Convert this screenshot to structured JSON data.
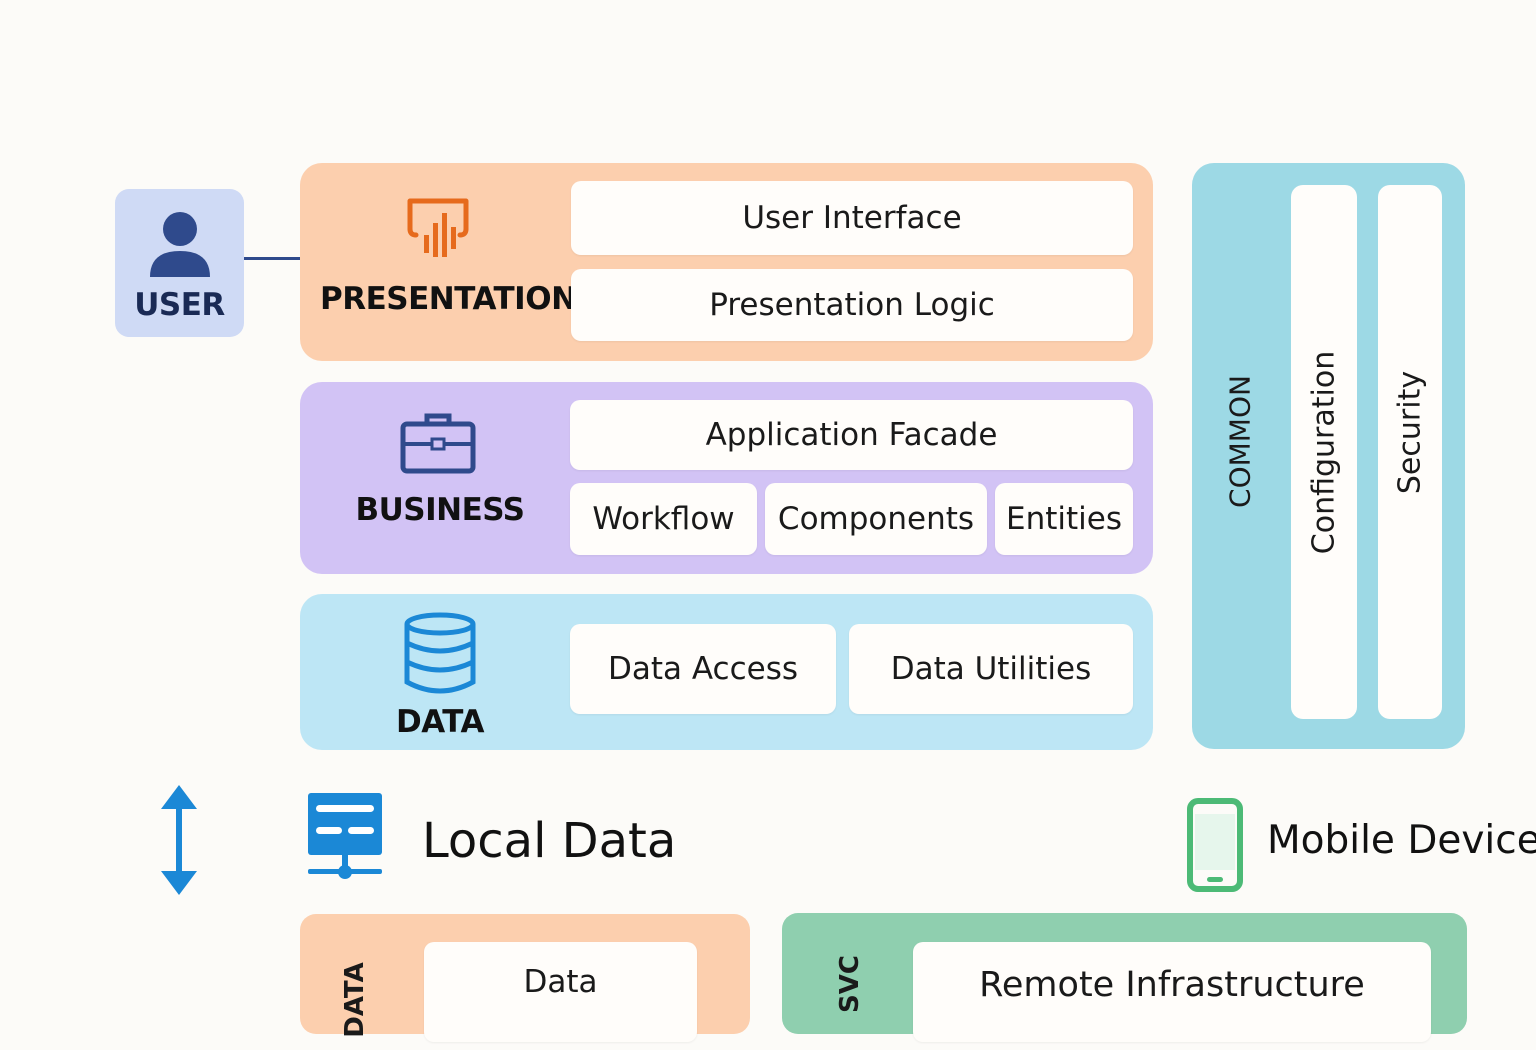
{
  "colors": {
    "presentation": "#fccfae",
    "business": "#d2c3f5",
    "data": "#bde6f5",
    "common": "#9dd9e5",
    "user": "#cfdaf5",
    "svc": "#8fcfaf",
    "accent_orange": "#e66a1c",
    "accent_navy": "#2f4a8c",
    "accent_blue": "#1b88d6",
    "accent_green": "#4cba76"
  },
  "user": {
    "label": "USER",
    "icon": "person-icon"
  },
  "presentation": {
    "label": "PRESENTATION",
    "icon": "chart-bars-icon",
    "items": [
      "User Interface",
      "Presentation Logic"
    ]
  },
  "business": {
    "label": "BUSINESS",
    "icon": "briefcase-icon",
    "facade": "Application Facade",
    "items": [
      "Workflow",
      "Components",
      "Entities"
    ]
  },
  "data": {
    "label": "DATA",
    "icon": "database-icon",
    "items": [
      "Data Access",
      "Data Utilities"
    ]
  },
  "common": {
    "label": "COMMON",
    "items": [
      "Configuration",
      "Security"
    ]
  },
  "local_data": {
    "label": "Local Data",
    "icon": "server-icon",
    "arrow_icon": "vertical-double-arrow-icon"
  },
  "mobile_device": {
    "label": "Mobile Device",
    "icon": "smartphone-icon"
  },
  "bottom": {
    "data_panel": {
      "side_label": "DATA",
      "item": "Data"
    },
    "svc_panel": {
      "side_label": "SVC",
      "item": "Remote Infrastructure"
    }
  }
}
